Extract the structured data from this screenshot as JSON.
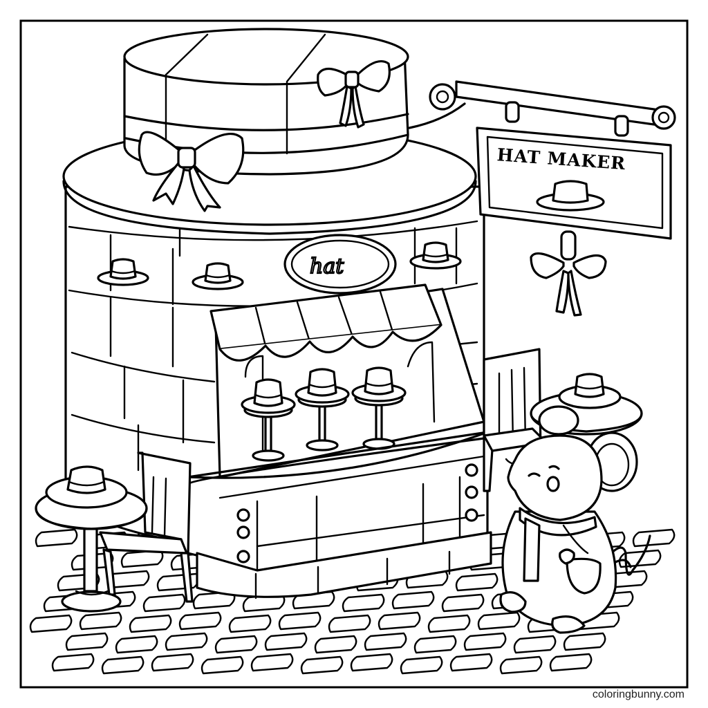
{
  "sign": {
    "text": "HAT MAKER"
  },
  "booth_label": {
    "text": "hat"
  },
  "watermark": {
    "text": "coloringbunny.com"
  },
  "colors": {
    "line": "#000000",
    "paper": "#ffffff"
  }
}
